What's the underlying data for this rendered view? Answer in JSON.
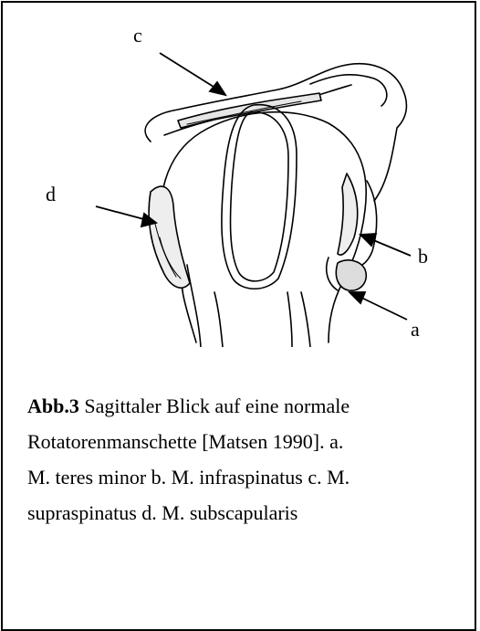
{
  "figure": {
    "labels": {
      "a": "a",
      "b": "b",
      "c": "c",
      "d": "d"
    }
  },
  "caption": {
    "number": "Abb.3",
    "line1": "Sagittaler Blick auf eine normale",
    "line2": "Rotatorenmanschette [Matsen 1990]. a.",
    "line3": "M. teres minor b. M. infraspinatus c. M.",
    "line4": "supraspinatus d. M. subscapularis"
  }
}
